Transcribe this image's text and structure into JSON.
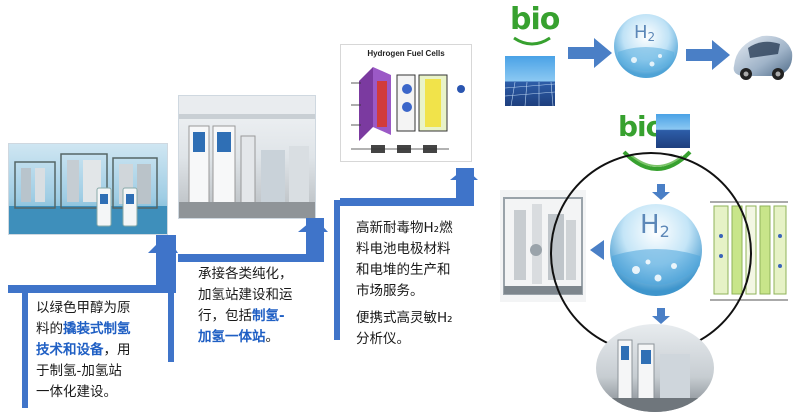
{
  "colors": {
    "accent_blue": "#3f74c9",
    "highlight_blue": "#1f5fc4",
    "bio_green": "#37a12f",
    "text": "#1a1a1a"
  },
  "steps": [
    {
      "line1": "以绿色甲醇为原",
      "line2_a": "料的",
      "line2_hl": "撬装式制氢",
      "line3_hl": "技术和设备",
      "line3_b": "，用",
      "line4": "于制氢-加氢站",
      "line5": "一体化建设。"
    },
    {
      "line1": "承接各类纯化，",
      "line2": "加氢站建设和运",
      "line3_a": "行，包括",
      "line3_hl": "制氢-",
      "line4_hl": "加氢一体站",
      "line4_b": "。"
    },
    {
      "line1": "高新耐毒物H₂燃",
      "line2": "料电池电极材料",
      "line3": "和电堆的生产和",
      "line4": "市场服务。",
      "line5": "便携式高灵敏H₂",
      "line6": "分析仪。"
    }
  ],
  "fuel_cell_title": "Hydrogen Fuel Cells",
  "h2_label": "H",
  "h2_sub": "2",
  "bio_label": "bio"
}
